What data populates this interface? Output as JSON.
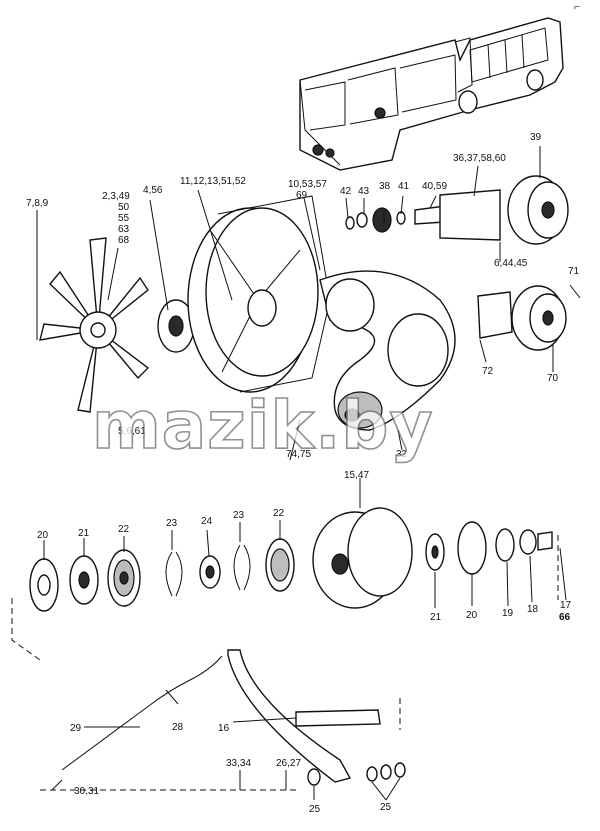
{
  "watermark": "mazik.by",
  "corner_mark": "⌐",
  "labels": {
    "l_7_8_9": "7,8,9",
    "l_2_3_49": "2,3,49",
    "l_50": "50",
    "l_55": "55",
    "l_63": "63",
    "l_68": "68",
    "l_4_56": "4,56",
    "l_11_12": "11,12,13,51,52",
    "l_10_53_57": "10,53,57",
    "l_69": "69",
    "l_42": "42",
    "l_43": "43",
    "l_38": "38",
    "l_41": "41",
    "l_40_59": "40,59",
    "l_36_37": "36,37,58,60",
    "l_39": "39",
    "l_6_44_45": "6,44,45",
    "l_71": "71",
    "l_72": "72",
    "l_70": "70",
    "l_5_6_61": "5,6,61",
    "l_74_75": "74,75",
    "l_32": "32",
    "l_15_47": "15,47",
    "l_20a": "20",
    "l_21a": "21",
    "l_22a": "22",
    "l_23a": "23",
    "l_24": "24",
    "l_23b": "23",
    "l_22b": "22",
    "l_21b": "21",
    "l_20b": "20",
    "l_19": "19",
    "l_18": "18",
    "l_17": "17",
    "l_66": "66",
    "l_29": "29",
    "l_28": "28",
    "l_16": "16",
    "l_30_31": "30,31",
    "l_33_34": "33,34",
    "l_26_27": "26,27",
    "l_25a": "25",
    "l_25b": "25"
  }
}
